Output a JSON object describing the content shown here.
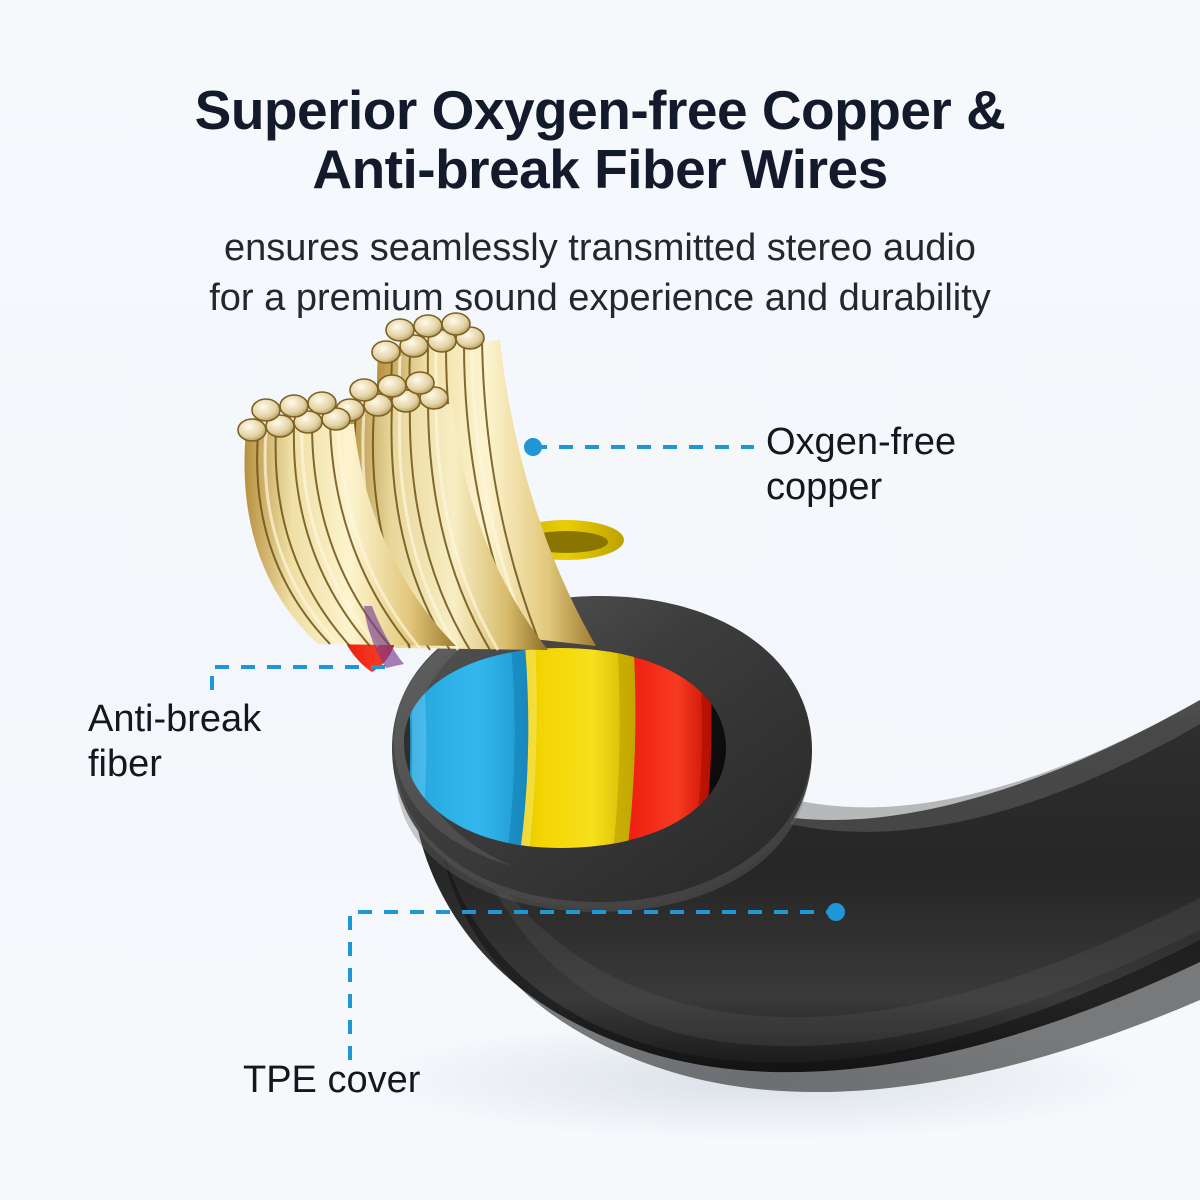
{
  "page": {
    "background_color": "#f5f8fb",
    "heading_color": "#131a2c",
    "body_text_color": "#23272e",
    "accent_color": "#2196d6"
  },
  "header": {
    "title": "Superior Oxygen-free Copper &\nAnti-break Fiber Wires",
    "subtitle": "ensures seamlessly transmitted stereo audio\nfor a premium sound experience and durability"
  },
  "callouts": [
    {
      "id": "oxygen-free-copper",
      "label": "Oxgen-free\ncopper",
      "marker_color": "#2196d6",
      "leader": "horizontal-dashed",
      "points_to": "copper-strand-bundles"
    },
    {
      "id": "anti-break-fiber",
      "label": "Anti-break\nfiber",
      "marker_color": "#2196d6",
      "leader": "elbow-dashed",
      "points_to": "blue-fiber-tube"
    },
    {
      "id": "tpe-cover",
      "label": "TPE cover",
      "marker_color": "#2196d6",
      "leader": "elbow-dashed",
      "points_to": "black-outer-jacket"
    }
  ],
  "diagram": {
    "title": "Cable cross-section cutaway",
    "parts": [
      {
        "name": "copper-strand-bundles",
        "color": "#e8d08a",
        "description": "three bundles of gold oxygen-free copper strands fanning up-left"
      },
      {
        "name": "blue-fiber-tube",
        "color": "#29abe2",
        "description": "cyan anti-break fiber sleeve, front-left"
      },
      {
        "name": "yellow-fiber-tube",
        "color": "#f2d400",
        "description": "yellow inner conductor sleeve, center"
      },
      {
        "name": "red-fiber-tube",
        "color": "#ef2011",
        "description": "red inner conductor sleeve, right/behind"
      },
      {
        "name": "black-outer-jacket",
        "color": "#2b2b2b",
        "description": "black TPE outer cover curving to the right edge"
      }
    ]
  }
}
